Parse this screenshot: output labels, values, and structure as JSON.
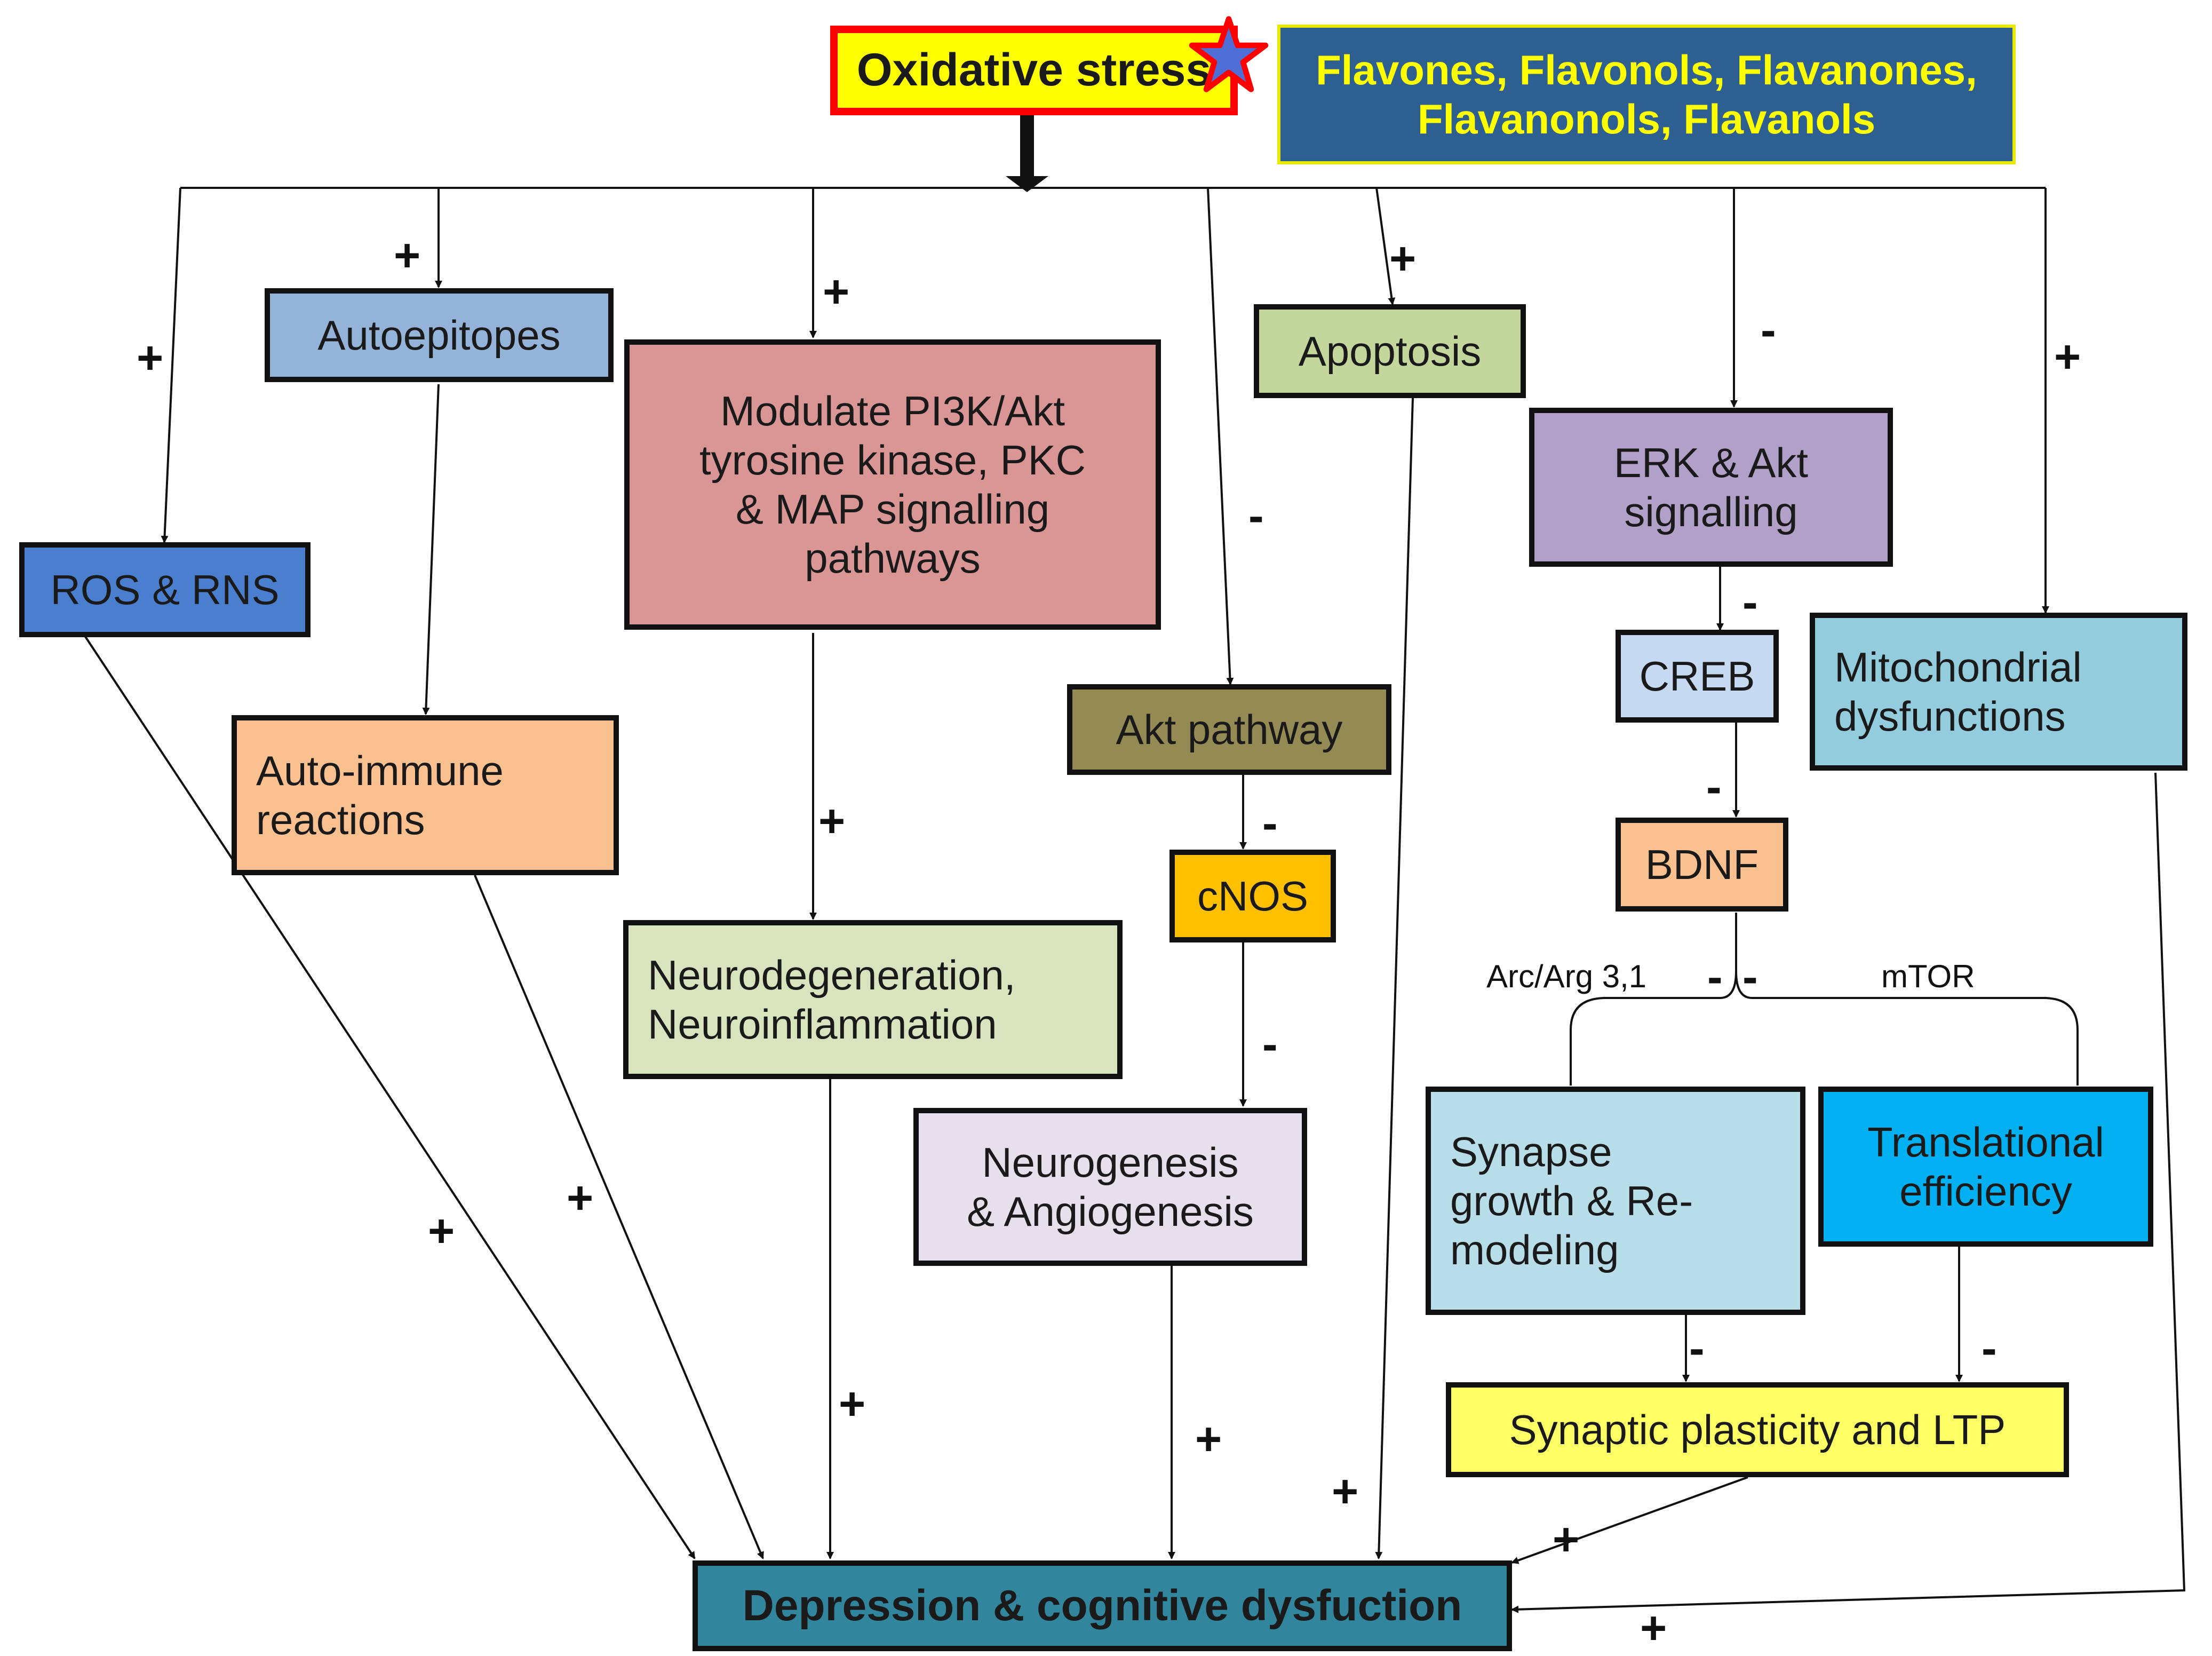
{
  "nodes": {
    "oxidative_stress": {
      "lines": [
        "Oxidative stress"
      ],
      "fill": "#ffff00",
      "border": "#ff0000"
    },
    "flavonoids": {
      "lines": [
        "Flavones, Flavonols, Flavanones,",
        "Flavanonols, Flavanols"
      ],
      "fill": "#2e5f91",
      "border": "#e8e800",
      "text_color": "#ffff00"
    },
    "ros_rns": {
      "lines": [
        "ROS & RNS"
      ],
      "fill": "#4a7fd0"
    },
    "autoepitopes": {
      "lines": [
        "Autoepitopes"
      ],
      "fill": "#94b3d9"
    },
    "modulate": {
      "lines": [
        "Modulate PI3K/Akt",
        "tyrosine kinase, PKC",
        "& MAP signalling",
        "pathways"
      ],
      "fill": "#d99694"
    },
    "apoptosis": {
      "lines": [
        "Apoptosis"
      ],
      "fill": "#c3d69b"
    },
    "erk_akt": {
      "lines": [
        "ERK & Akt",
        "signalling"
      ],
      "fill": "#b1a0c7"
    },
    "creb": {
      "lines": [
        "CREB"
      ],
      "fill": "#c5d9f1"
    },
    "mito": {
      "lines": [
        "Mitochondrial",
        "dysfunctions"
      ],
      "fill": "#93cddd"
    },
    "auto_immune": {
      "lines": [
        "Auto-immune",
        "reactions"
      ],
      "fill": "#fac090"
    },
    "akt_pathway": {
      "lines": [
        "Akt pathway"
      ],
      "fill": "#948a54"
    },
    "cnos": {
      "lines": [
        "cNOS"
      ],
      "fill": "#ffc000"
    },
    "bdnf": {
      "lines": [
        "BDNF"
      ],
      "fill": "#fac090"
    },
    "neurodegeneration": {
      "lines": [
        "Neurodegeneration,",
        "Neuroinflammation"
      ],
      "fill": "#d7e4bd"
    },
    "neurogenesis": {
      "lines": [
        "Neurogenesis",
        "& Angiogenesis"
      ],
      "fill": "#e6e0ec"
    },
    "synapse": {
      "lines": [
        "Synapse",
        "growth & Re-",
        "modeling"
      ],
      "fill": "#b7dde8"
    },
    "translational": {
      "lines": [
        "Translational",
        "efficiency"
      ],
      "fill": "#00b0f0"
    },
    "synaptic_plasticity": {
      "lines": [
        "Synaptic plasticity and LTP"
      ],
      "fill": "#ffff66"
    },
    "depression": {
      "lines": [
        "Depression & cognitive dysfuction"
      ],
      "fill": "#31859c"
    }
  },
  "edge_labels": {
    "arc_arg": "Arc/Arg 3,1",
    "mtor": "mTOR"
  },
  "signs": {
    "to_ros": "+",
    "to_autoepitopes": "+",
    "to_modulate": "+",
    "to_akt_pathway": "-",
    "to_apoptosis": "+",
    "to_erk_akt": "-",
    "to_mito": "+",
    "erk_to_creb": "-",
    "creb_to_bdnf": "-",
    "akt_to_cnos": "-",
    "cnos_to_neurogenesis": "-",
    "modulate_to_neurodegeneration": "+",
    "bdnf_arc": "-",
    "bdnf_mtor": "-",
    "synapse_to_plasticity": "-",
    "translational_to_plasticity": "-",
    "ros_to_depression": "+",
    "autoimmune_to_depression": "+",
    "neurodegeneration_to_depression": "+",
    "neurogenesis_to_depression": "+",
    "apoptosis_to_depression": "+",
    "plasticity_to_depression": "+",
    "mito_to_depression": "+"
  }
}
